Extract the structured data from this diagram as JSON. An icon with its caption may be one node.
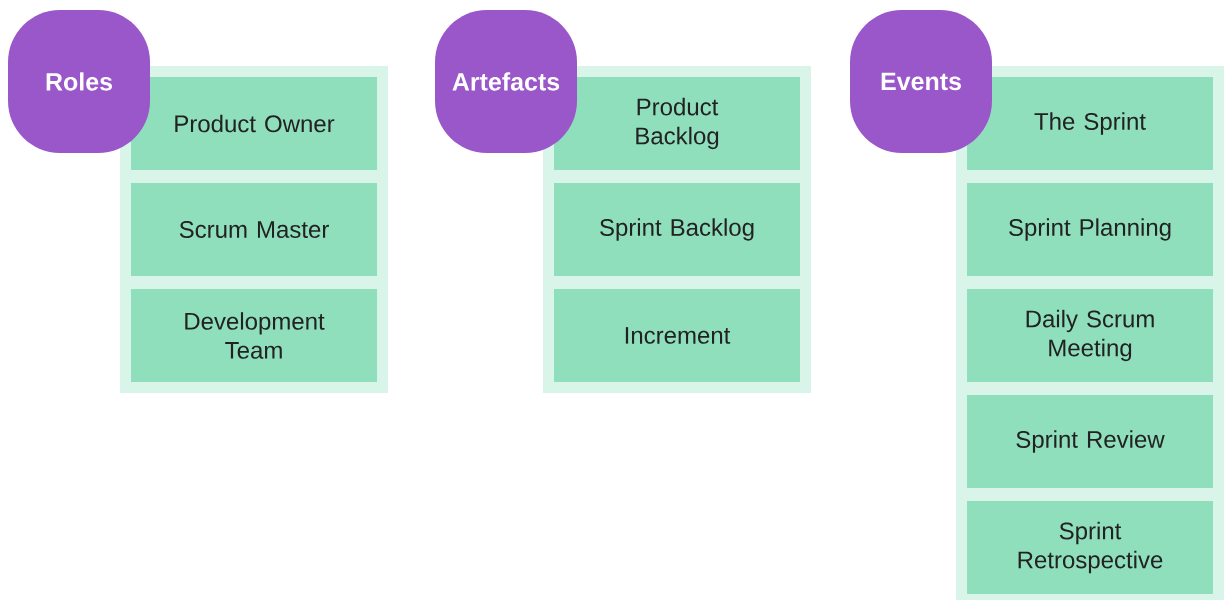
{
  "diagram": {
    "nodes": [
      {
        "text": [
          "Roles"
        ]
      },
      {
        "text": [],
        "shape": "box"
      },
      {
        "text": [
          "Product Owner"
        ],
        "in": 1
      },
      {
        "text": [
          "Scrum Master"
        ],
        "in": 1
      },
      {
        "text": [
          "Development Team"
        ],
        "in": 1
      },
      {
        "text": [
          "Artefacts"
        ]
      },
      {
        "text": [],
        "shape": "box"
      },
      {
        "text": [
          "Product Backlog"
        ],
        "in": 6
      },
      {
        "text": [
          "Sprint Backlog"
        ],
        "in": 6
      },
      {
        "text": [
          "Increment"
        ],
        "in": 6
      },
      {
        "text": [
          "Events"
        ]
      },
      {
        "text": [],
        "shape": "box"
      },
      {
        "text": [
          "The Sprint"
        ],
        "in": 11
      },
      {
        "text": [
          "Sprint Planning"
        ],
        "in": 11
      },
      {
        "text": [
          "Daily Scrum Meeting"
        ],
        "in": 11
      },
      {
        "text": [
          "Sprint Review"
        ],
        "in": 11
      },
      {
        "text": [
          "Sprint Retrospective"
        ],
        "in": 11
      }
    ]
  }
}
